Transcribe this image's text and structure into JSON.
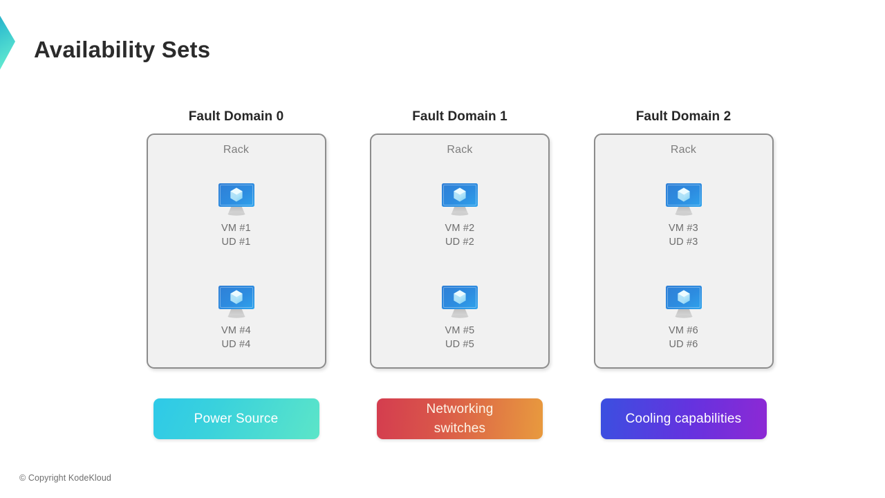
{
  "slide": {
    "title": "Availability Sets",
    "brand_icon": "chevron-right-icon",
    "copyright": "© Copyright KodeKloud",
    "background_color": "#ffffff",
    "title_color": "#2b2b2b"
  },
  "brand": {
    "gradient_from": "#1fa6bd",
    "gradient_to": "#5ce8cf"
  },
  "columns": [
    {
      "title": "Fault Domain 0",
      "rack_label": "Rack",
      "vms": [
        {
          "icon": "virtual-machine-icon",
          "vm": "VM #1",
          "ud": "UD #1"
        },
        {
          "icon": "virtual-machine-icon",
          "vm": "VM #4",
          "ud": "UD #4"
        }
      ]
    },
    {
      "title": "Fault Domain 1",
      "rack_label": "Rack",
      "vms": [
        {
          "icon": "virtual-machine-icon",
          "vm": "VM #2",
          "ud": "UD #2"
        },
        {
          "icon": "virtual-machine-icon",
          "vm": "VM #5",
          "ud": "UD #5"
        }
      ]
    },
    {
      "title": "Fault Domain 2",
      "rack_label": "Rack",
      "vms": [
        {
          "icon": "virtual-machine-icon",
          "vm": "VM #3",
          "ud": "UD #3"
        },
        {
          "icon": "virtual-machine-icon",
          "vm": "VM #6",
          "ud": "UD #6"
        }
      ]
    }
  ],
  "buttons": [
    {
      "label": "Power Source",
      "color_from": "#2ec9e8",
      "color_to": "#5ce5c8",
      "lines": [
        "Power Source"
      ]
    },
    {
      "label": "Networking switches",
      "color_from": "#d43d4f",
      "color_to": "#e89a3e",
      "lines": [
        "Networking",
        "switches"
      ]
    },
    {
      "label": "Cooling capabilities",
      "color_from": "#3b4fe0",
      "color_to": "#8d29d4",
      "lines": [
        "Cooling capabilities"
      ]
    }
  ],
  "card_style": {
    "fill": "#f1f1f1",
    "border": "#8c8c8c",
    "rack_label_color": "#7d7d7d",
    "vm_label_color": "#6d6d6d"
  }
}
